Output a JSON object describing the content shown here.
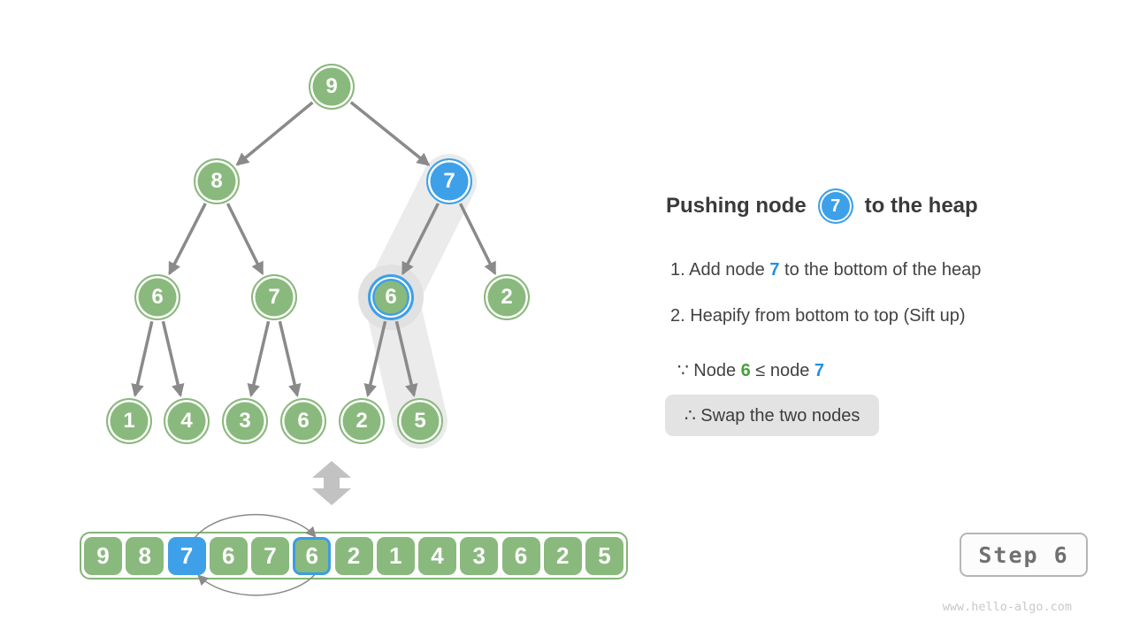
{
  "diagram": {
    "tree": {
      "nodes": [
        {
          "value": "9"
        },
        {
          "value": "8"
        },
        {
          "value": "7"
        },
        {
          "value": "6"
        },
        {
          "value": "7"
        },
        {
          "value": "6"
        },
        {
          "value": "2"
        },
        {
          "value": "1"
        },
        {
          "value": "4"
        },
        {
          "value": "3"
        },
        {
          "value": "6"
        },
        {
          "value": "2"
        },
        {
          "value": "5"
        }
      ]
    },
    "array": {
      "cells": [
        "9",
        "8",
        "7",
        "6",
        "7",
        "6",
        "2",
        "1",
        "4",
        "3",
        "6",
        "2",
        "5"
      ]
    }
  },
  "panel": {
    "title_pre": "Pushing node",
    "title_node": "7",
    "title_post": "to the heap",
    "step1_pre": "1. Add node ",
    "step1_hl": "7",
    "step1_post": " to the bottom of the heap",
    "step2": "2. Heapify from bottom to top (Sift up)",
    "because_pre": "∵ Node ",
    "because_green": "6",
    "because_mid": " ≤ node ",
    "because_blue": "7",
    "therefore": "∴ Swap the two nodes"
  },
  "footer": {
    "step_label": "Step 6",
    "watermark": "www.hello-algo.com"
  },
  "colors": {
    "node_green": "#8ab97d",
    "node_blue": "#3ea0e8",
    "edge_gray": "#8a8a8a",
    "band_gray": "#ebebeb",
    "text_dark": "#3d3d3d",
    "text_green": "#4a9e3f",
    "text_blue": "#2192e3",
    "therefore_bg": "#e3e3e3"
  }
}
